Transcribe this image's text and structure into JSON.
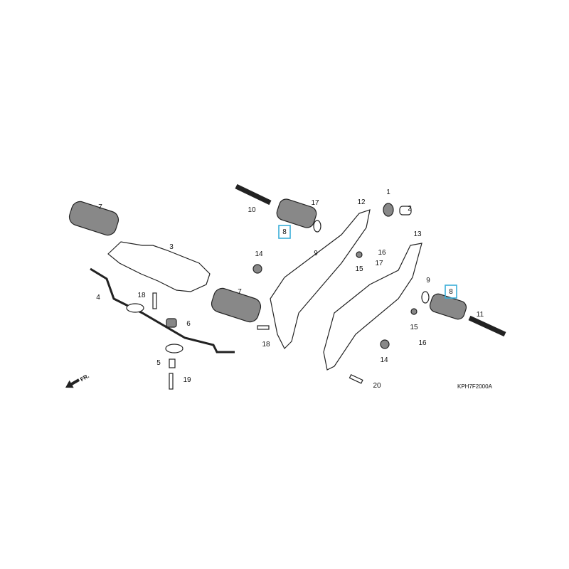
{
  "diagram": {
    "callouts": [
      "1",
      "2",
      "3",
      "4",
      "5",
      "6",
      "7",
      "7",
      "8",
      "8",
      "9",
      "9",
      "10",
      "11",
      "12",
      "13",
      "14",
      "14",
      "15",
      "15",
      "16",
      "16",
      "17",
      "17",
      "18",
      "18",
      "19",
      "20"
    ],
    "highlighted_part": "8",
    "highlight_color": "#3aaed8",
    "direction_label": "FR.",
    "drawing_code": "KPH7F2000A"
  }
}
